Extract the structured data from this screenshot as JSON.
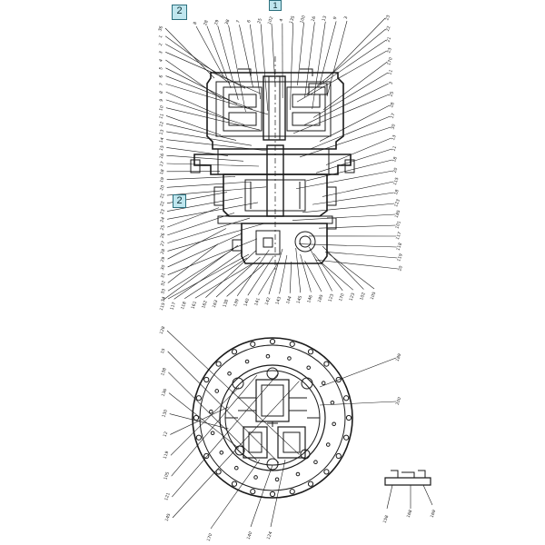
{
  "callouts": {
    "one": "1",
    "two_top": "2",
    "two_mid": "2"
  },
  "colors": {
    "ink": "#1a1a1a",
    "callout_fill": "#bfe6ee",
    "callout_border": "#2b6f7d"
  },
  "top_view": {
    "left_labels": [
      "36",
      "1",
      "2",
      "3",
      "4",
      "5",
      "6",
      "7",
      "8",
      "9",
      "10",
      "11",
      "12",
      "13",
      "14",
      "15",
      "16",
      "17",
      "18",
      "19",
      "20",
      "21",
      "22",
      "23",
      "24",
      "25",
      "26",
      "27",
      "28",
      "29",
      "30",
      "31",
      "32",
      "33",
      "34"
    ],
    "top_labels": [
      "8",
      "28",
      "29",
      "38",
      "7",
      "6",
      "25",
      "102",
      "4",
      "135",
      "100",
      "16",
      "13",
      "9",
      "3"
    ],
    "right_labels": [
      "23",
      "22",
      "21",
      "23",
      "170",
      "11",
      "3",
      "25",
      "28",
      "17",
      "30",
      "13",
      "11",
      "18",
      "20",
      "115",
      "18",
      "123",
      "185",
      "101",
      "117",
      "118",
      "119",
      "20"
    ],
    "bottom_labels": [
      "115",
      "117",
      "118",
      "161",
      "162",
      "163",
      "138",
      "139",
      "140",
      "141",
      "142",
      "143",
      "144",
      "145",
      "146",
      "185",
      "123",
      "170",
      "123",
      "102",
      "105"
    ]
  },
  "bottom_view": {
    "left_labels": [
      "128",
      "15",
      "138",
      "136",
      "130",
      "12",
      "119",
      "105",
      "121",
      "145"
    ],
    "right_labels": [
      "189",
      "200"
    ],
    "bottom_labels": [
      "170",
      "140",
      "124"
    ]
  },
  "detail_view": {
    "labels": [
      "158",
      "168",
      "169"
    ]
  }
}
